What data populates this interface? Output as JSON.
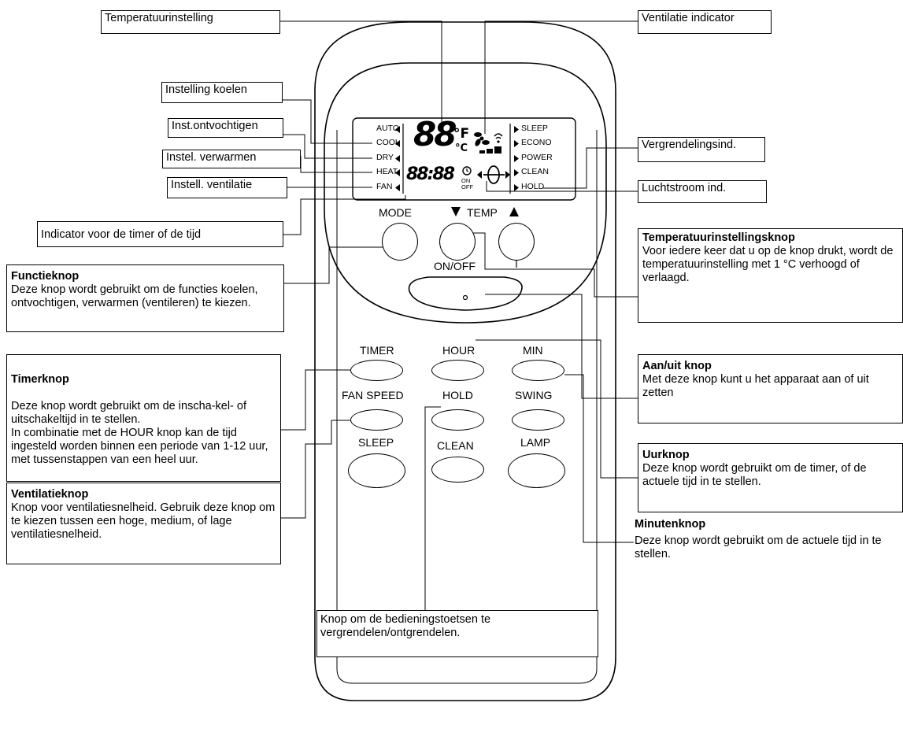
{
  "callouts": {
    "temp_setting": "Temperatuurinstelling",
    "vent_indicator": "Ventilatie indicator",
    "cool_setting": "Instelling koelen",
    "dehumid_setting": "Inst.ontvochtigen",
    "heat_setting": "Instel. verwarmen",
    "fan_setting": "Instell. ventilatie",
    "lock_indicator": "Vergrendelingsind.",
    "airflow_indicator": "Luchtstroom ind.",
    "timer_indicator": "Indicator voor de timer of de tijd"
  },
  "descriptions": {
    "temp_button": {
      "title": "Temperatuurinstellingsknop",
      "body": "Voor iedere keer dat u op de knop drukt, wordt de temperatuurinstelling met 1 °C verhoogd of verlaagd."
    },
    "function_button": {
      "title": "Functieknop",
      "body": "Deze knop wordt gebruikt om de functies koelen, ontvochtigen, verwarmen (ventileren) te kiezen."
    },
    "power_button": {
      "title": "Aan/uit knop",
      "body": "Met deze knop kunt u het apparaat aan of uit zetten"
    },
    "timer_button": {
      "title": "Timerknop",
      "body": "Deze knop wordt gebruikt om de inscha-kel- of uitschakeltijd in te stellen.\nIn combinatie met de HOUR knop kan de tijd ingesteld worden binnen een periode van 1-12 uur, met tussenstappen van een heel uur."
    },
    "hour_button": {
      "title": "Uurknop",
      "body": "Deze knop wordt gebruikt om de timer, of de actuele tijd in te stellen."
    },
    "minute_button": {
      "title": "Minutenknop",
      "body": "Deze knop wordt gebruikt om de actuele tijd in te stellen."
    },
    "fan_button": {
      "title": "Ventilatieknop",
      "body": "Knop voor ventilatiesnelheid. Gebruik deze knop om te kiezen tussen een hoge, medium, of lage ventilatiesnelheid."
    },
    "lock_button": {
      "body": "Knop om de bedieningstoetsen te vergrendelen/ontgrendelen."
    }
  },
  "remote": {
    "display": {
      "modes_left": [
        "AUTO",
        "COOL",
        "DRY",
        "HEAT",
        "FAN"
      ],
      "modes_right": [
        "SLEEP",
        "ECONO",
        "POWER",
        "CLEAN",
        "HOLD"
      ],
      "temp_digits": "88",
      "unit_f": "°F",
      "unit_c": "°C",
      "time_digits": "88:88",
      "timer_on": "ON",
      "timer_off": "OFF"
    },
    "buttons": {
      "mode": "MODE",
      "temp": "TEMP",
      "on_off": "ON/OFF",
      "timer": "TIMER",
      "hour": "HOUR",
      "min": "MIN",
      "fan_speed": "FAN SPEED",
      "hold": "HOLD",
      "swing": "SWING",
      "sleep": "SLEEP",
      "clean": "CLEAN",
      "lamp": "LAMP"
    }
  }
}
